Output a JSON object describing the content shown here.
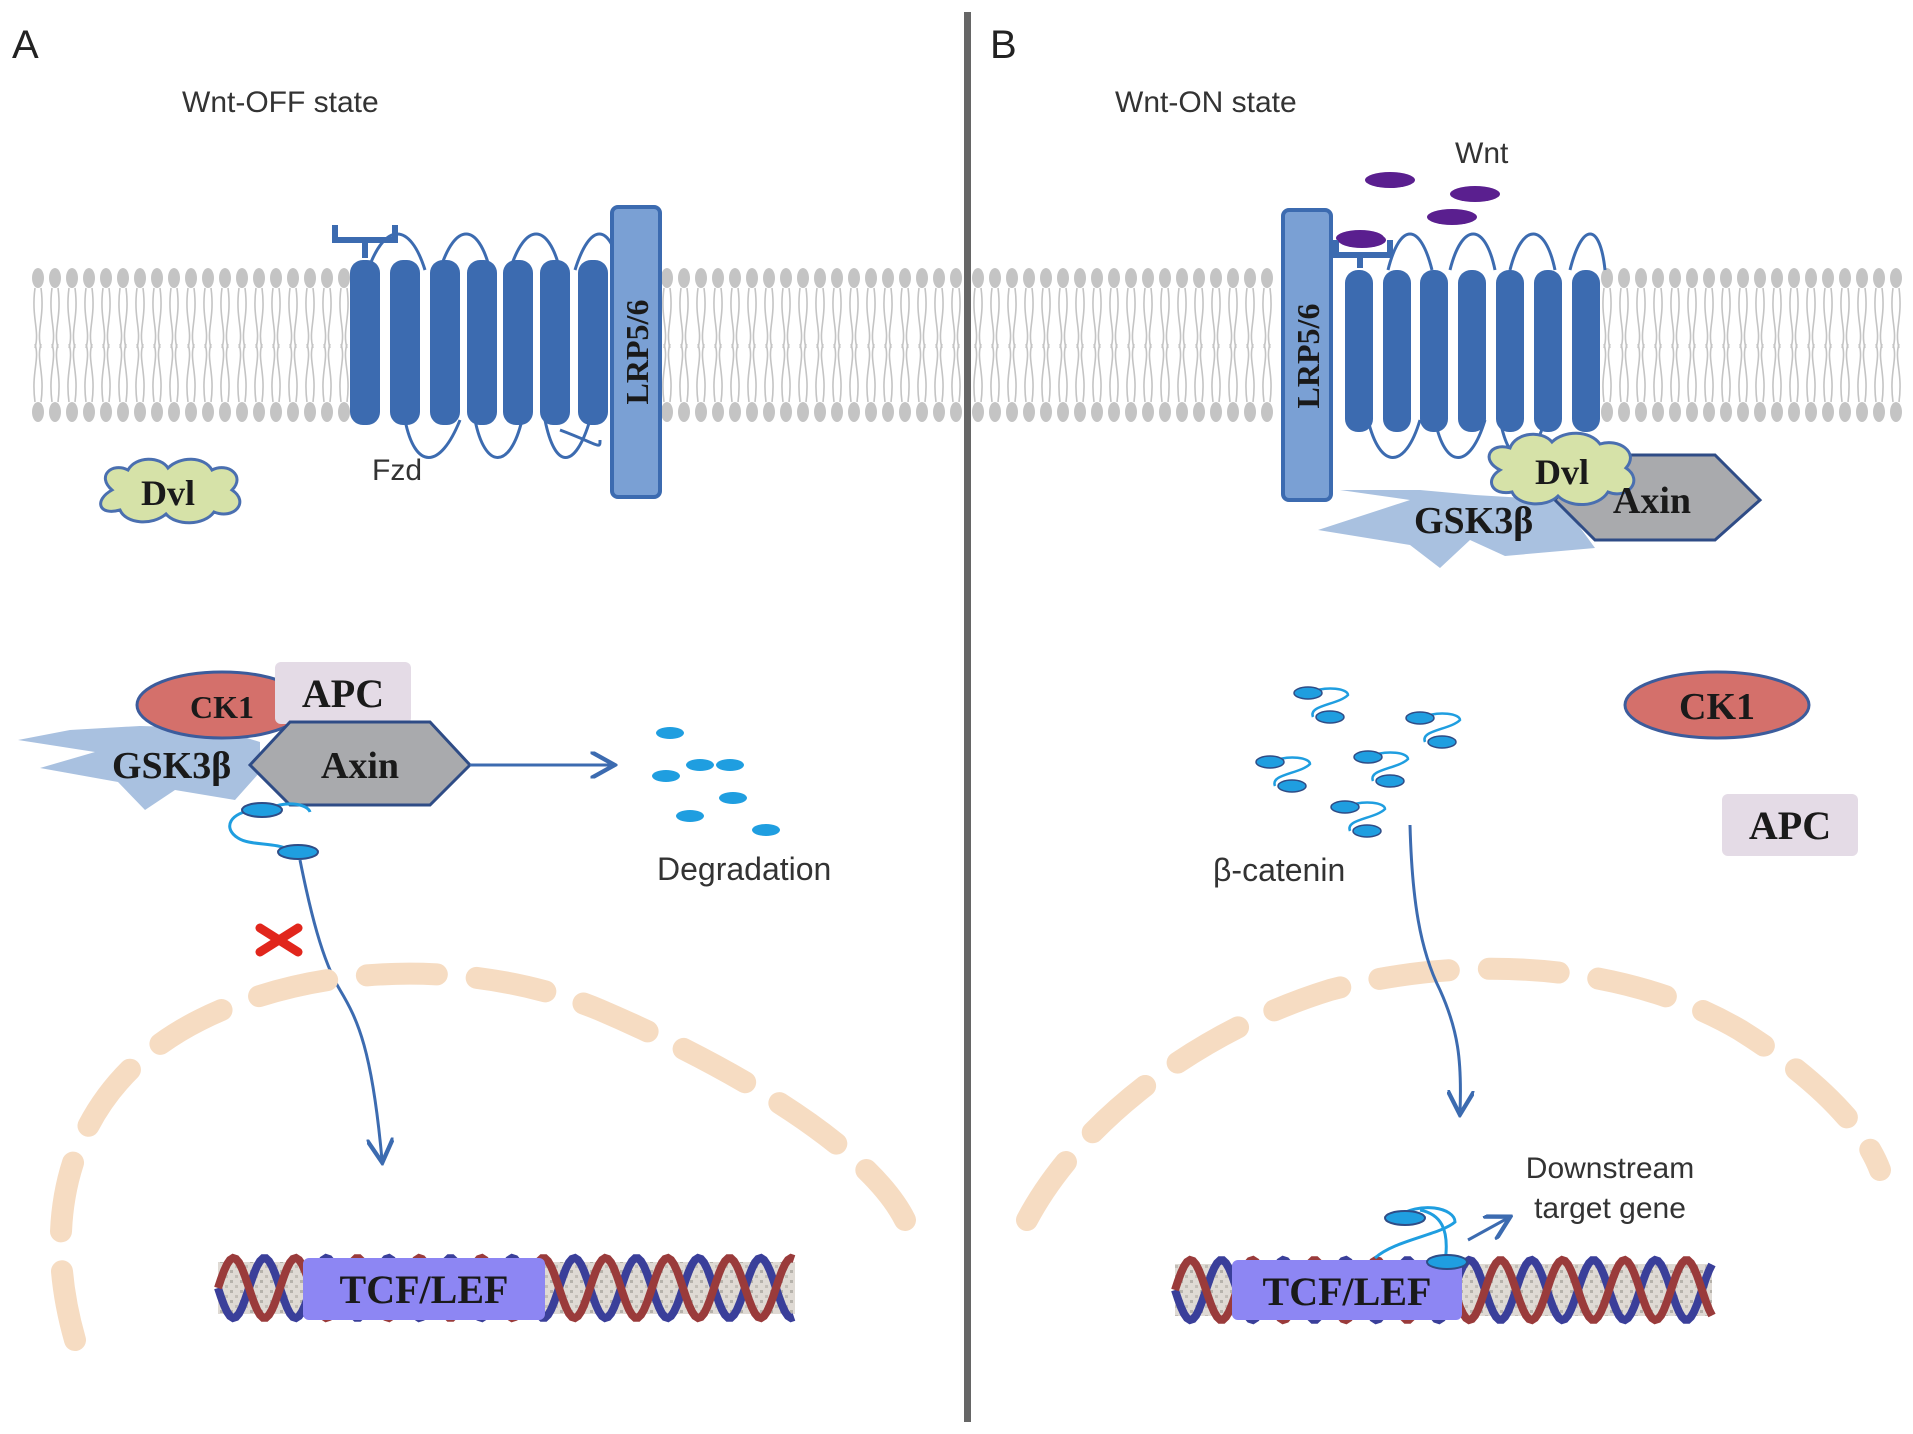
{
  "panels": {
    "left": {
      "letter": "A",
      "state": "Wnt-OFF state",
      "receptor": "LRP5/6",
      "fzd": "Fzd",
      "dvl": "Dvl",
      "ck1": "CK1",
      "apc": "APC",
      "gsk": "GSK3β",
      "axin": "Axin",
      "degradation": "Degradation",
      "tcf": "TCF/LEF"
    },
    "right": {
      "letter": "B",
      "state": "Wnt-ON state",
      "wnt": "Wnt",
      "receptor": "LRP5/6",
      "dvl": "Dvl",
      "gsk": "GSK3β",
      "axin": "Axin",
      "ck1": "CK1",
      "apc": "APC",
      "beta_catenin": "β-catenin",
      "downstream_1": "Downstream",
      "downstream_2": "target gene",
      "tcf": "TCF/LEF"
    }
  },
  "colors": {
    "receptor_dark": "#3c6bb0",
    "receptor_light": "#7aa0d4",
    "membrane": "#c4c4c4",
    "dvl": "#d6e2a8",
    "ck1": "#d4706b",
    "apc": "#e4dbe6",
    "axin": "#a9aaad",
    "gsk": "#a9c1e0",
    "catenin": "#1f9ee0",
    "tcf": "#8d86f3",
    "wnt": "#5a1f8f",
    "nucleus": "#f6dcc2",
    "block": "#e1261c",
    "divider": "#666666"
  }
}
